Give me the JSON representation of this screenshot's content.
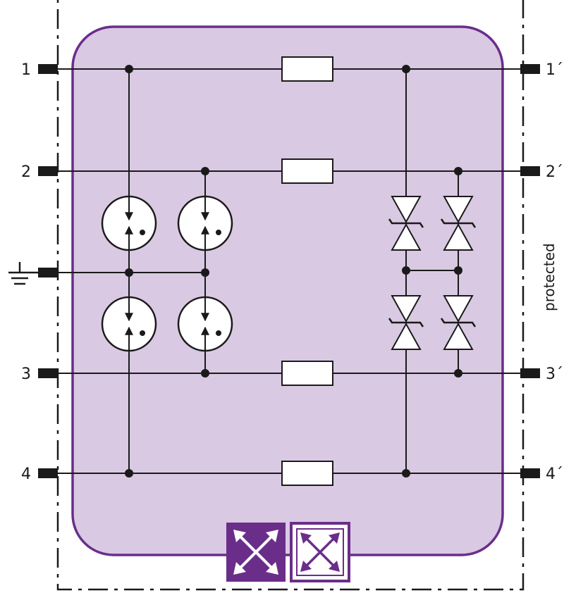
{
  "terminals_left": [
    "1",
    "2",
    "3",
    "4"
  ],
  "terminals_right": [
    "1´",
    "2´",
    "3´",
    "4´"
  ],
  "side_label": "protected",
  "colors": {
    "module_fill": "#d9c9e2",
    "module_border": "#6b2d8a",
    "badge_filled": "#6b2d8a",
    "badge_outline": "#6b2d8a",
    "line": "#1a1a1a"
  },
  "icons": [
    "ground-icon",
    "gas-discharge-tube-icon",
    "suppressor-diode-icon",
    "resistor-icon",
    "pcb-badge-icon"
  ]
}
